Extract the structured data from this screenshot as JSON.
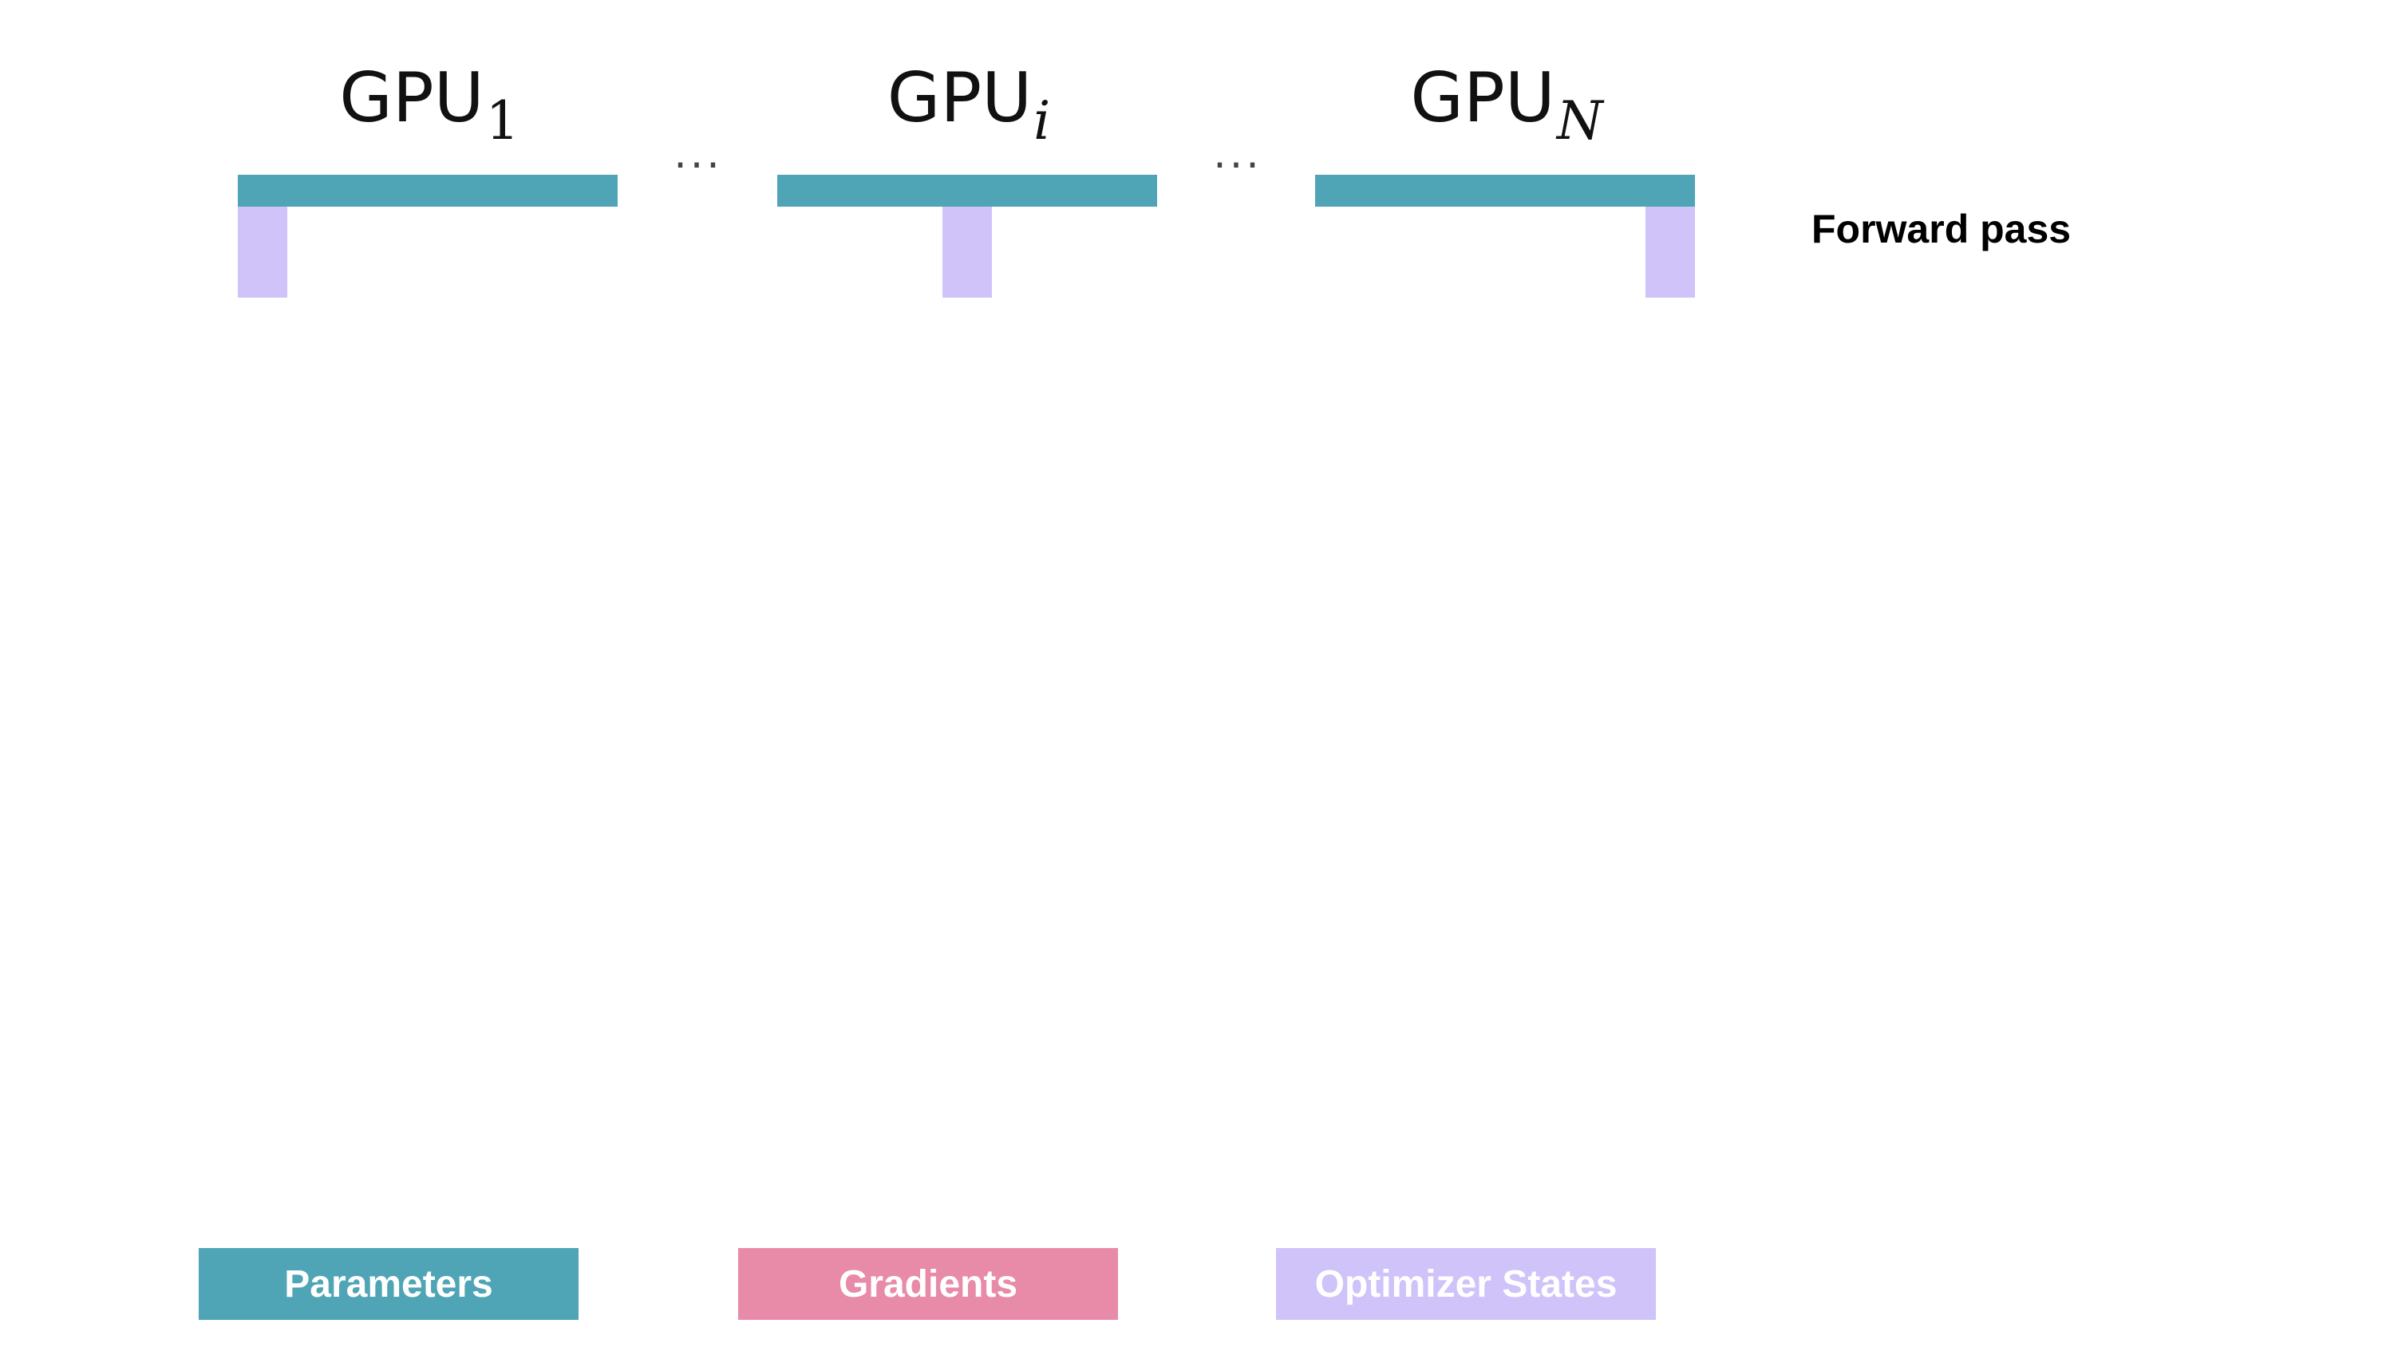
{
  "colors": {
    "parameters": "#4FA5B5",
    "gradients": "#E88BA9",
    "optimizer_states": "#CFC3F9"
  },
  "gpus": [
    {
      "base": "GPU",
      "sub": "1",
      "sub_italic": false
    },
    {
      "base": "GPU",
      "sub": "i",
      "sub_italic": true
    },
    {
      "base": "GPU",
      "sub": "N",
      "sub_italic": true
    }
  ],
  "ellipsis": "···",
  "step_label": "Forward pass",
  "legend": {
    "parameters": "Parameters",
    "gradients": "Gradients",
    "optimizer_states": "Optimizer States"
  }
}
